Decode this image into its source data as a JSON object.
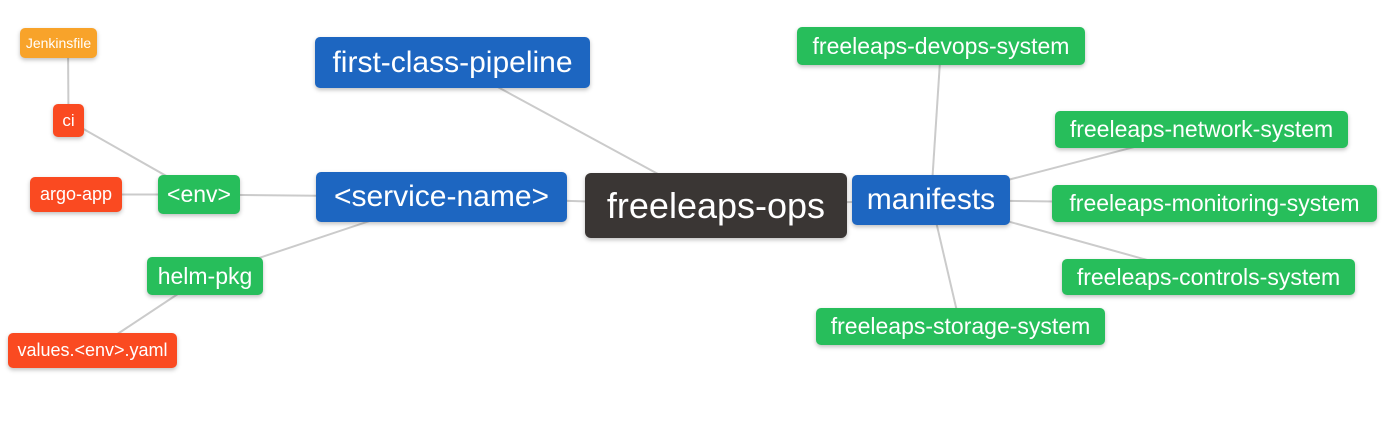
{
  "diagram": {
    "type": "mindmap",
    "title": "freeleaps-ops repository structure mind map",
    "background_color": "#ffffff",
    "edge_color": "#cbcbcb",
    "text_color": "#ffffff",
    "palette": {
      "root": "#3a3634",
      "level2_blue": "#1d66c1",
      "level3_green": "#27be5b",
      "level4_red": "#fa4a21",
      "level5_orange": "#f8a32a"
    },
    "nodes": [
      {
        "id": "freeleaps-ops",
        "label": "freeleaps-ops",
        "depth": 0,
        "color": "#3a3634"
      },
      {
        "id": "first-class-pipeline",
        "label": "first-class-pipeline",
        "depth": 1,
        "color": "#1d66c1"
      },
      {
        "id": "service-name",
        "label": "<service-name>",
        "depth": 1,
        "color": "#1d66c1"
      },
      {
        "id": "manifests",
        "label": "manifests",
        "depth": 1,
        "color": "#1d66c1"
      },
      {
        "id": "env",
        "label": "<env>",
        "depth": 2,
        "color": "#27be5b"
      },
      {
        "id": "helm-pkg",
        "label": "helm-pkg",
        "depth": 2,
        "color": "#27be5b"
      },
      {
        "id": "ci",
        "label": "ci",
        "depth": 3,
        "color": "#fa4a21"
      },
      {
        "id": "argo-app",
        "label": "argo-app",
        "depth": 3,
        "color": "#fa4a21"
      },
      {
        "id": "jenkinsfile",
        "label": "Jenkinsfile",
        "depth": 4,
        "color": "#f8a32a"
      },
      {
        "id": "values-env-yaml",
        "label": "values.<env>.yaml",
        "depth": 3,
        "color": "#fa4a21"
      },
      {
        "id": "freeleaps-devops-system",
        "label": "freeleaps-devops-system",
        "depth": 2,
        "color": "#27be5b"
      },
      {
        "id": "freeleaps-network-system",
        "label": "freeleaps-network-system",
        "depth": 2,
        "color": "#27be5b"
      },
      {
        "id": "freeleaps-monitoring-system",
        "label": "freeleaps-monitoring-system",
        "depth": 2,
        "color": "#27be5b"
      },
      {
        "id": "freeleaps-controls-system",
        "label": "freeleaps-controls-system",
        "depth": 2,
        "color": "#27be5b"
      },
      {
        "id": "freeleaps-storage-system",
        "label": "freeleaps-storage-system",
        "depth": 2,
        "color": "#27be5b"
      }
    ],
    "edges": [
      [
        "freeleaps-ops",
        "first-class-pipeline"
      ],
      [
        "freeleaps-ops",
        "service-name"
      ],
      [
        "freeleaps-ops",
        "manifests"
      ],
      [
        "service-name",
        "env"
      ],
      [
        "service-name",
        "helm-pkg"
      ],
      [
        "env",
        "ci"
      ],
      [
        "env",
        "argo-app"
      ],
      [
        "ci",
        "jenkinsfile"
      ],
      [
        "helm-pkg",
        "values-env-yaml"
      ],
      [
        "manifests",
        "freeleaps-devops-system"
      ],
      [
        "manifests",
        "freeleaps-network-system"
      ],
      [
        "manifests",
        "freeleaps-monitoring-system"
      ],
      [
        "manifests",
        "freeleaps-controls-system"
      ],
      [
        "manifests",
        "freeleaps-storage-system"
      ]
    ]
  }
}
